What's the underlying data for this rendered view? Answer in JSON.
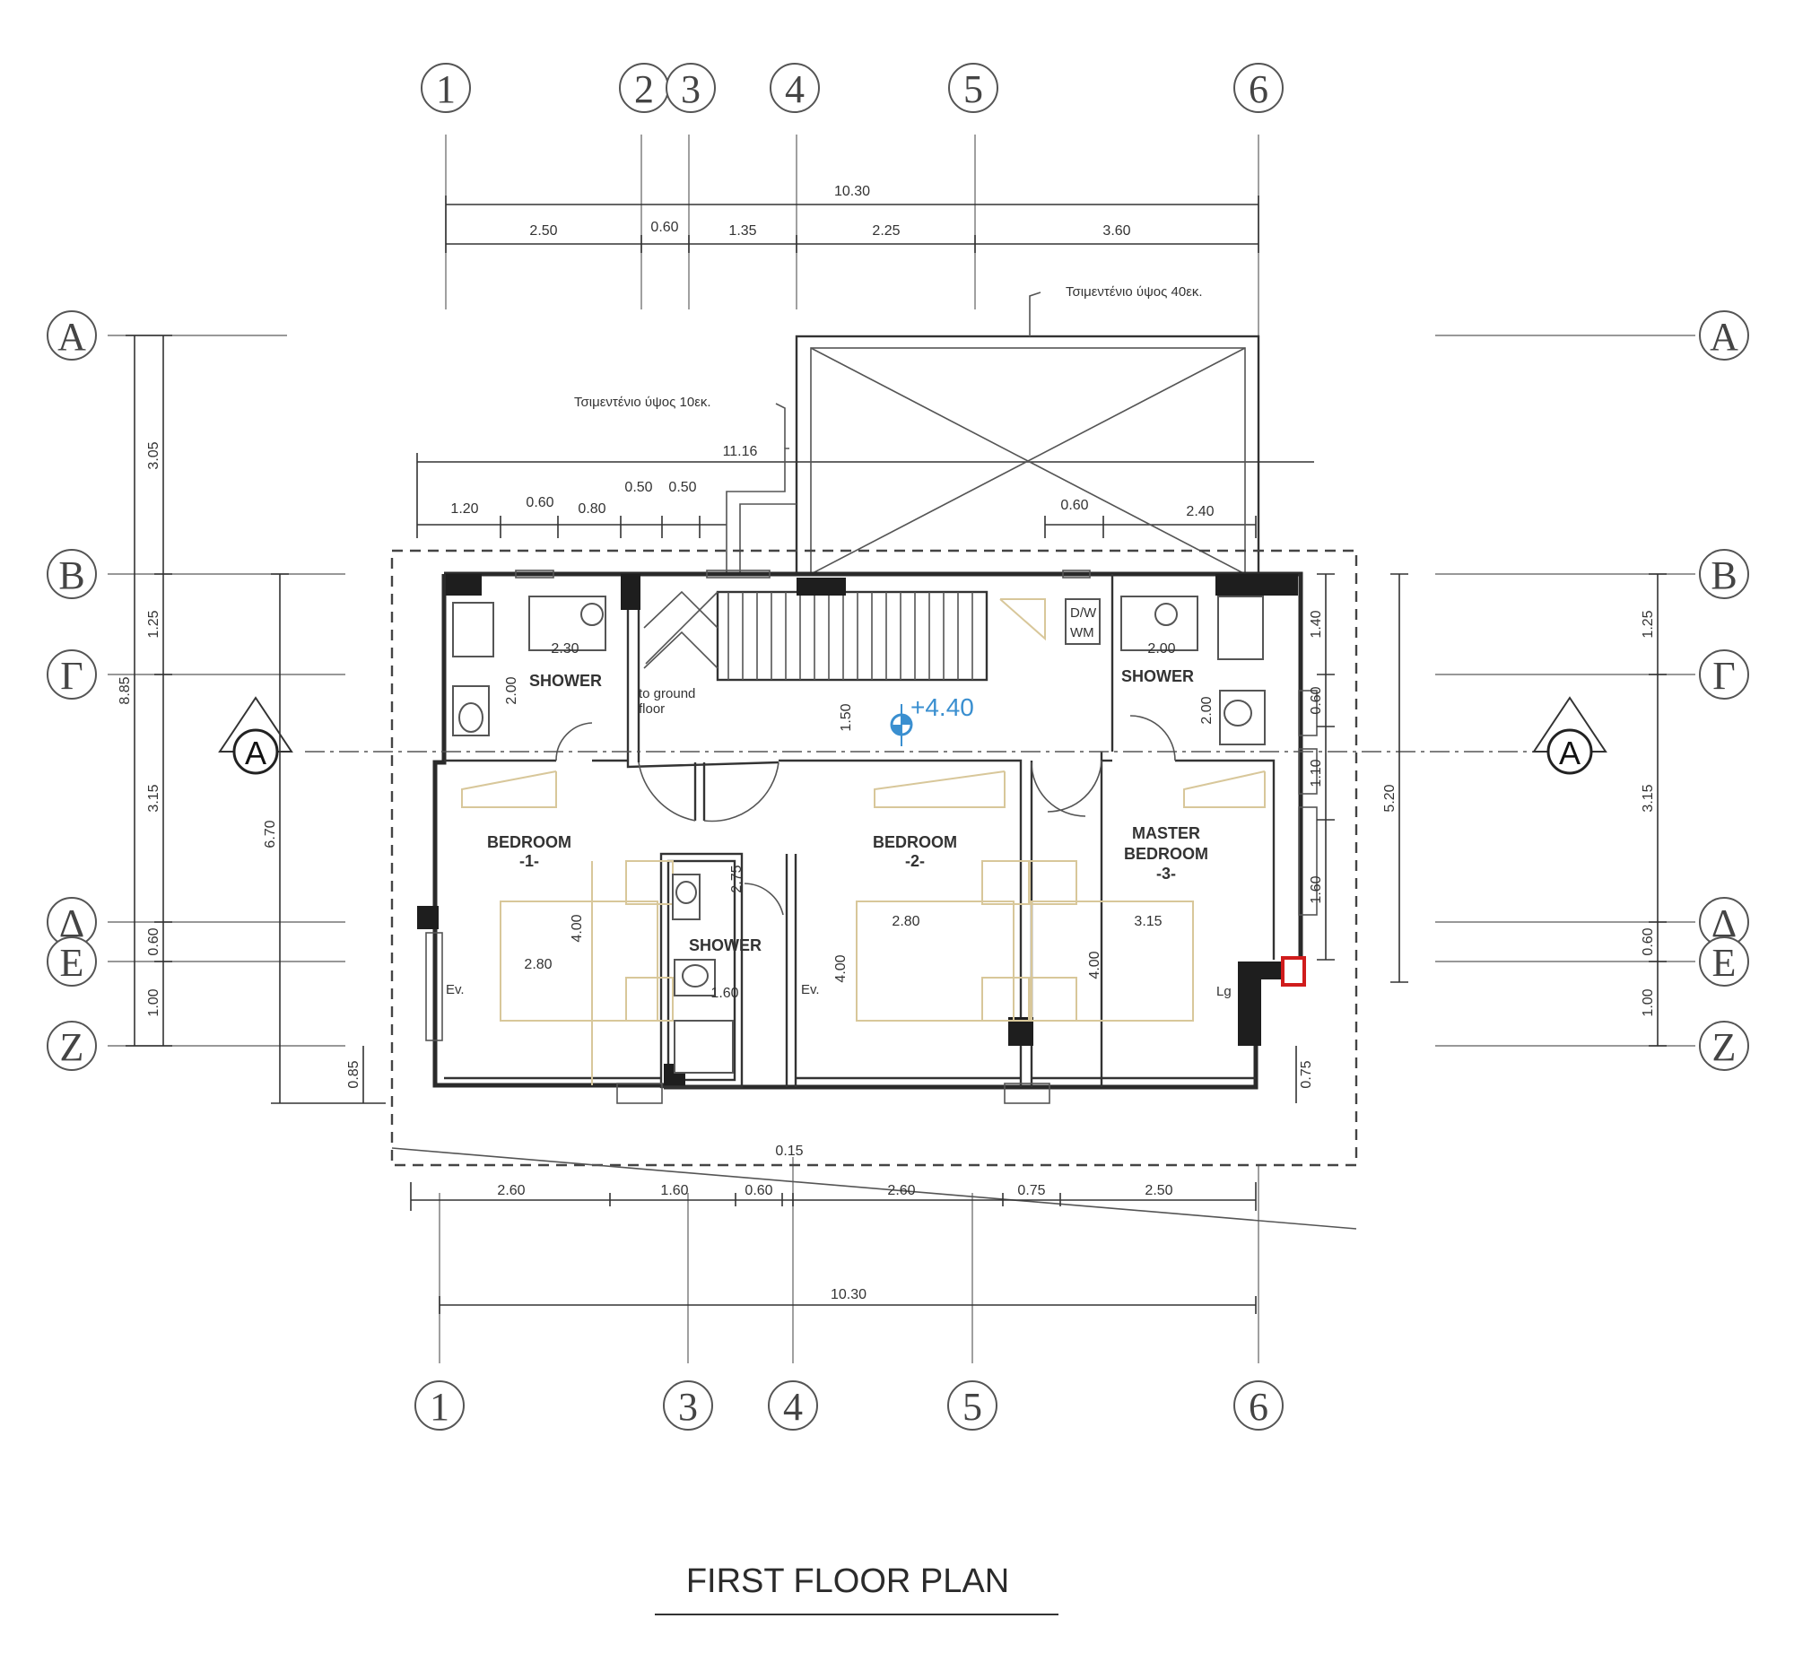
{
  "title": "FIRST FLOOR PLAN",
  "level": "+4.40",
  "grid_columns": [
    "1",
    "2",
    "3",
    "4",
    "5",
    "6"
  ],
  "grid_columns_bottom": [
    "1",
    "3",
    "4",
    "5",
    "6"
  ],
  "grid_rows_left": [
    "A",
    "B",
    "Γ",
    "Δ",
    "E",
    "Z"
  ],
  "grid_rows_right": [
    "A",
    "B",
    "Γ",
    "Δ",
    "E",
    "Z"
  ],
  "section_marker": "A",
  "rooms": {
    "bedroom1": "BEDROOM",
    "bedroom1_num": "-1-",
    "bedroom2": "BEDROOM",
    "bedroom2_num": "-2-",
    "master": "MASTER",
    "master_b": "BEDROOM",
    "master_num": "-3-",
    "shower_left": "SHOWER",
    "shower_mid": "SHOWER",
    "shower_right": "SHOWER",
    "stairs_line1": "to ground",
    "stairs_line2": "floor",
    "wm_1": "D/W",
    "wm_2": "WM",
    "ev1": "Ev.",
    "ev2": "Ev.",
    "lift": "Lg"
  },
  "notes": {
    "top_parapet": "Τσιμεντένιο ύψος 40εκ.",
    "left_parapet": "Τσιμεντένιο ύψος 10εκ."
  },
  "dims_top": {
    "total": "10.30",
    "d1": "2.50",
    "d2": "0.60",
    "d3": "1.35",
    "d4": "2.25",
    "d5": "3.60"
  },
  "dims_inner_top": {
    "total": "11.16",
    "d1": "1.20",
    "d2": "0.60",
    "d3": "0.80",
    "d4": "0.50",
    "d5": "0.50",
    "d6": "0.60",
    "d7": "2.40"
  },
  "dims_bottom": {
    "d1": "2.60",
    "d2": "1.60",
    "d3": "0.60",
    "d4": "2.60",
    "d5": "0.75",
    "d6": "2.50",
    "small": "0.15",
    "total": "10.30"
  },
  "dims_left": {
    "d1": "3.05",
    "d2": "1.25",
    "d3": "3.15",
    "d4": "0.60",
    "d5": "1.00",
    "total": "8.85",
    "inner": "6.70",
    "sub": "0.85"
  },
  "dims_right": {
    "d1": "1.25",
    "d2": "3.15",
    "d3": "0.60",
    "d4": "1.00",
    "inner1": "1.40",
    "inner2": "0.60",
    "inner3": "1.10",
    "inner4": "1.60",
    "total": "5.20",
    "sub": "0.75"
  },
  "room_dims": {
    "shower_l_w": "2.30",
    "shower_l_h": "2.00",
    "stair_h": "1.50",
    "b1_w": "2.80",
    "b1_h": "4.00",
    "shower_m_h": "2.75",
    "shower_m_w": "1.60",
    "b2_w": "2.80",
    "b2_h": "4.00",
    "shower_r_w": "2.00",
    "shower_r_h": "2.00",
    "m_w": "3.15",
    "m_h": "4.00"
  },
  "colors": {
    "lines": "#333333",
    "furniture": "#d8c79a",
    "level": "#3a8fd0",
    "accent": "#d01c1c"
  }
}
